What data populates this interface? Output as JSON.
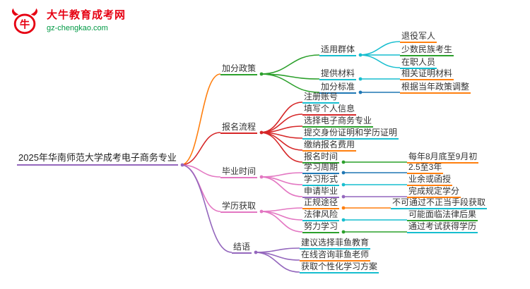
{
  "logo": {
    "title": "大牛教育成考网",
    "subtitle": "gz-chengkao.com",
    "icon": "bull-logo",
    "brand_red": "#e60012",
    "brand_green": "#009944"
  },
  "palette": {
    "blue": "#1f77b4",
    "orange": "#ff7f0e",
    "green": "#2ca02c",
    "red": "#d62728",
    "purple": "#9467bd",
    "pink": "#e377c2",
    "teal": "#17becf"
  },
  "mindmap": {
    "root": {
      "label": "2025年华南师范大学成考电子商务专业",
      "color": "#9467bd"
    },
    "branches": [
      {
        "label": "加分政策",
        "color": "#2ca02c",
        "children": [
          {
            "label": "适用群体",
            "color": "#17becf",
            "children": [
              {
                "label": "退役军人",
                "color": "#ff7f0e"
              },
              {
                "label": "少数民族考生",
                "color": "#2ca02c"
              },
              {
                "label": "在职人员",
                "color": "#17becf"
              }
            ]
          },
          {
            "label": "提供材料",
            "color": "#17becf",
            "children": [
              {
                "label": "相关证明材料",
                "color": "#ff7f0e"
              }
            ]
          },
          {
            "label": "加分标准",
            "color": "#1f77b4",
            "children": [
              {
                "label": "根据当年政策调整",
                "color": "#ff7f0e"
              }
            ]
          }
        ]
      },
      {
        "label": "报名流程",
        "color": "#d62728",
        "children": [
          {
            "label": "注册账号",
            "color": "#17becf"
          },
          {
            "label": "填写个人信息",
            "color": "#d62728"
          },
          {
            "label": "选择电子商务专业",
            "color": "#2ca02c"
          },
          {
            "label": "提交身份证明和学历证明",
            "color": "#17becf"
          },
          {
            "label": "缴纳报名费用",
            "color": "#ff7f0e"
          },
          {
            "label": "报名时间",
            "color": "#2ca02c",
            "children": [
              {
                "label": "每年8月底至9月初",
                "color": "#ff7f0e"
              }
            ]
          }
        ]
      },
      {
        "label": "毕业时间",
        "color": "#e377c2",
        "children": [
          {
            "label": "学习周期",
            "color": "#1f77b4",
            "children": [
              {
                "label": "2.5至3年",
                "color": "#ff7f0e"
              }
            ]
          },
          {
            "label": "学习形式",
            "color": "#17becf",
            "children": [
              {
                "label": "业余或函授",
                "color": "#ff7f0e"
              }
            ]
          },
          {
            "label": "申请毕业",
            "color": "#9467bd",
            "children": [
              {
                "label": "完成规定学分",
                "color": "#ff7f0e"
              }
            ]
          }
        ]
      },
      {
        "label": "学历获取",
        "color": "#e377c2",
        "children": [
          {
            "label": "正规途径",
            "color": "#ff7f0e",
            "children": [
              {
                "label": "不可通过不正当手段获取",
                "color": "#17becf"
              }
            ]
          },
          {
            "label": "法律风险",
            "color": "#17becf",
            "children": [
              {
                "label": "可能面临法律后果",
                "color": "#2ca02c"
              }
            ]
          },
          {
            "label": "努力学习",
            "color": "#2ca02c",
            "children": [
              {
                "label": "通过考试获得学历",
                "color": "#17becf"
              }
            ]
          }
        ]
      },
      {
        "label": "结语",
        "color": "#9467bd",
        "children": [
          {
            "label": "建议选择菲鱼教育",
            "color": "#17becf"
          },
          {
            "label": "在线咨询菲鱼老师",
            "color": "#ff7f0e"
          },
          {
            "label": "获取个性化学习方案",
            "color": "#17becf"
          }
        ]
      }
    ]
  }
}
